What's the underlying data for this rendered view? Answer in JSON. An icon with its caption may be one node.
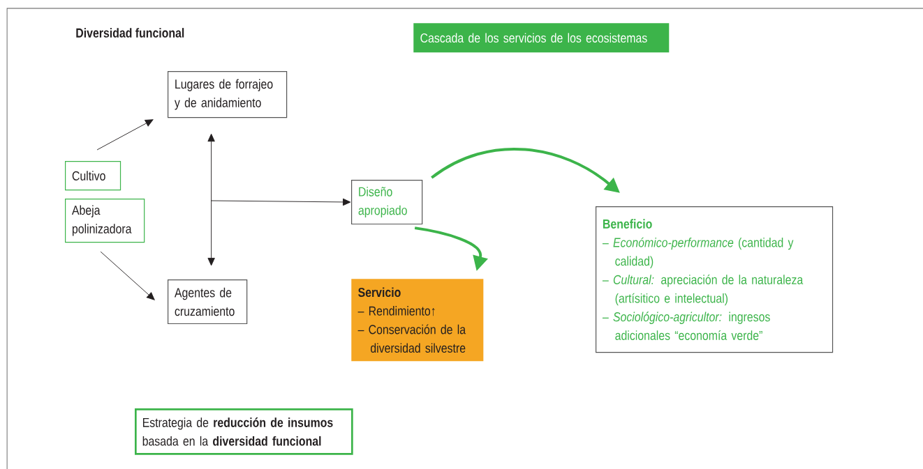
{
  "diagram": {
    "title": "Diversidad funcional",
    "nodes": [
      {
        "text": [
          "Cultivo"
        ]
      },
      {
        "text": [
          "Abeja polinizadora"
        ]
      },
      {
        "text": [
          "Lugares de forrajeo y de anidamiento"
        ]
      },
      {
        "text": [
          "Agentes de cruzamiento"
        ]
      },
      {
        "text": [
          "Diseño apropiado"
        ]
      },
      {
        "text": [
          "Servicio",
          "– Rendimiento↑",
          "– Conservación de la diversidad silvestre"
        ]
      },
      {
        "text": [
          "Beneficio",
          "– *Económico-performance* (cantidad y calidad)",
          "– *Cultural:* apreciación de la naturaleza (artísitico e intelectual)",
          "– *Sociológico-agricultor:* ingresos adicionales “economía verde”"
        ]
      },
      {
        "text": [
          "Cascada de los servicios de los ecosistemas"
        ]
      },
      {
        "text": [
          "Estrategia de **reducción de insumos** basada en la **diversidad funcional**"
        ]
      }
    ],
    "edges": [
      {
        "from": 0,
        "to": 2,
        "arrow": "to"
      },
      {
        "from": 1,
        "to": 3,
        "arrow": "to"
      },
      {
        "from": 2,
        "to": 3,
        "arrow": "both"
      },
      {
        "from": null,
        "to": 4,
        "arrow": "to"
      },
      {
        "from": 4,
        "to": 6,
        "arrow": "to",
        "style": "thick",
        "color": "#3cb44a"
      },
      {
        "from": 4,
        "to": 5,
        "arrow": "to",
        "style": "thick",
        "color": "#3cb44a"
      }
    ]
  }
}
